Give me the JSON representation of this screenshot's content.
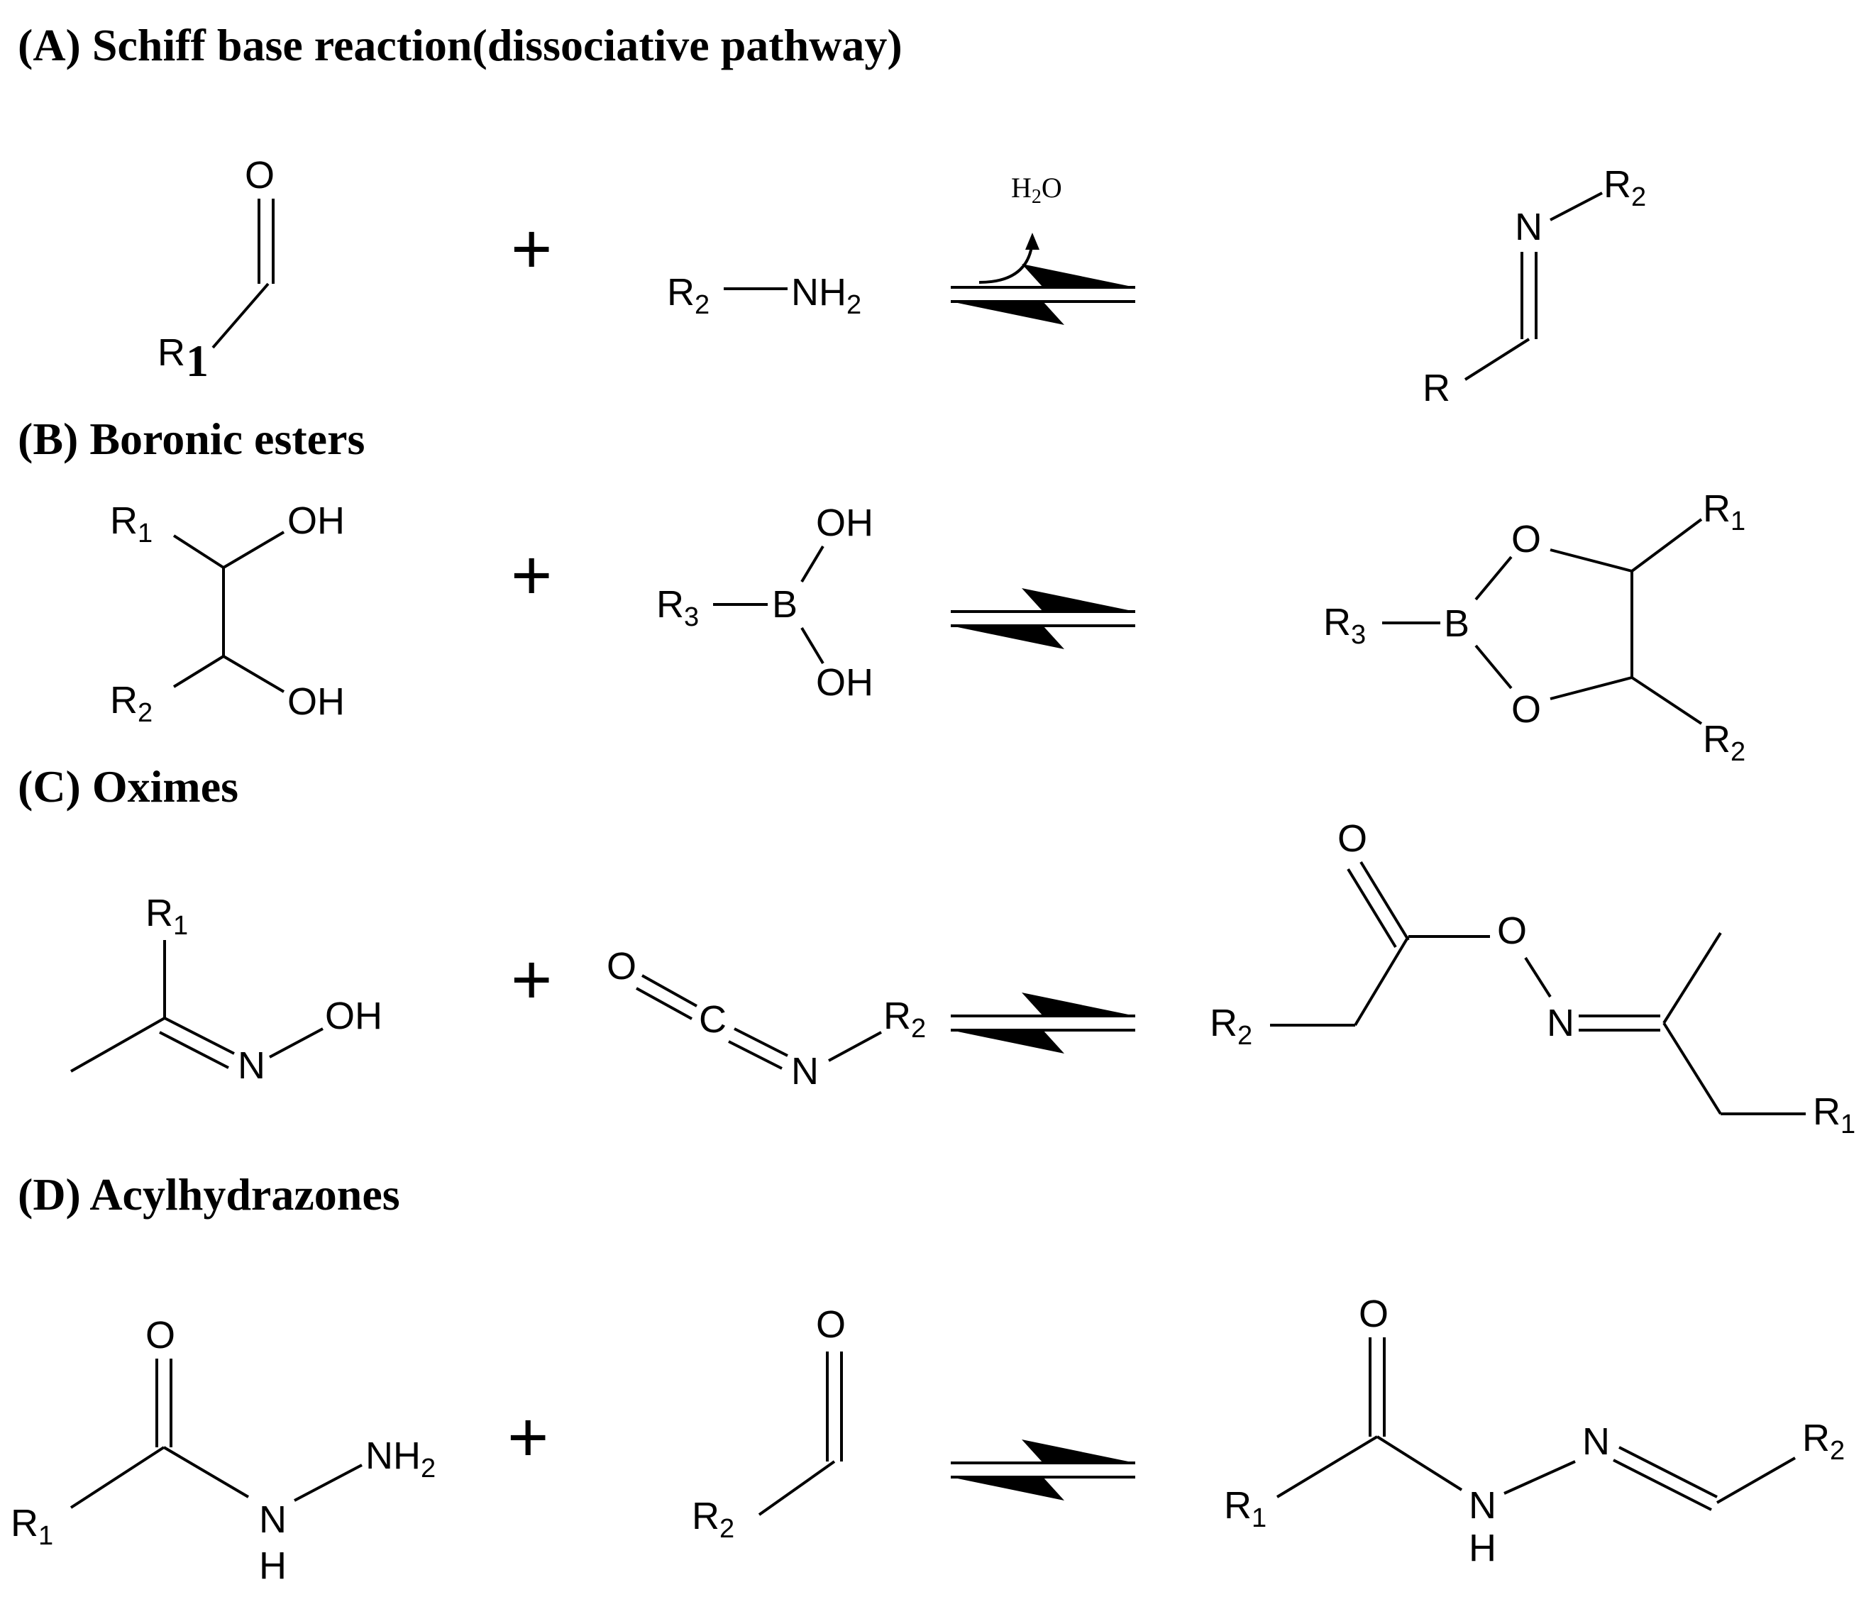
{
  "sections": [
    {
      "id": "A",
      "title": "(A)  Schiff base reaction(dissociative pathway)"
    },
    {
      "id": "B",
      "title": "(B)  Boronic  esters"
    },
    {
      "id": "C",
      "title": "(C)  Oximes"
    },
    {
      "id": "D",
      "title": "(D)  Acylhydrazones"
    }
  ],
  "atoms": {
    "O": "O",
    "N": "N",
    "B": "B",
    "C": "C",
    "H": "H",
    "R": "R",
    "OH": "OH",
    "NH": "NH",
    "H2O_H": "H",
    "H2O_O": "O",
    "sub1": "1",
    "sub2": "2",
    "sub3": "3",
    "subA_R1_big": "1"
  },
  "symbols": {
    "plus": "+"
  }
}
